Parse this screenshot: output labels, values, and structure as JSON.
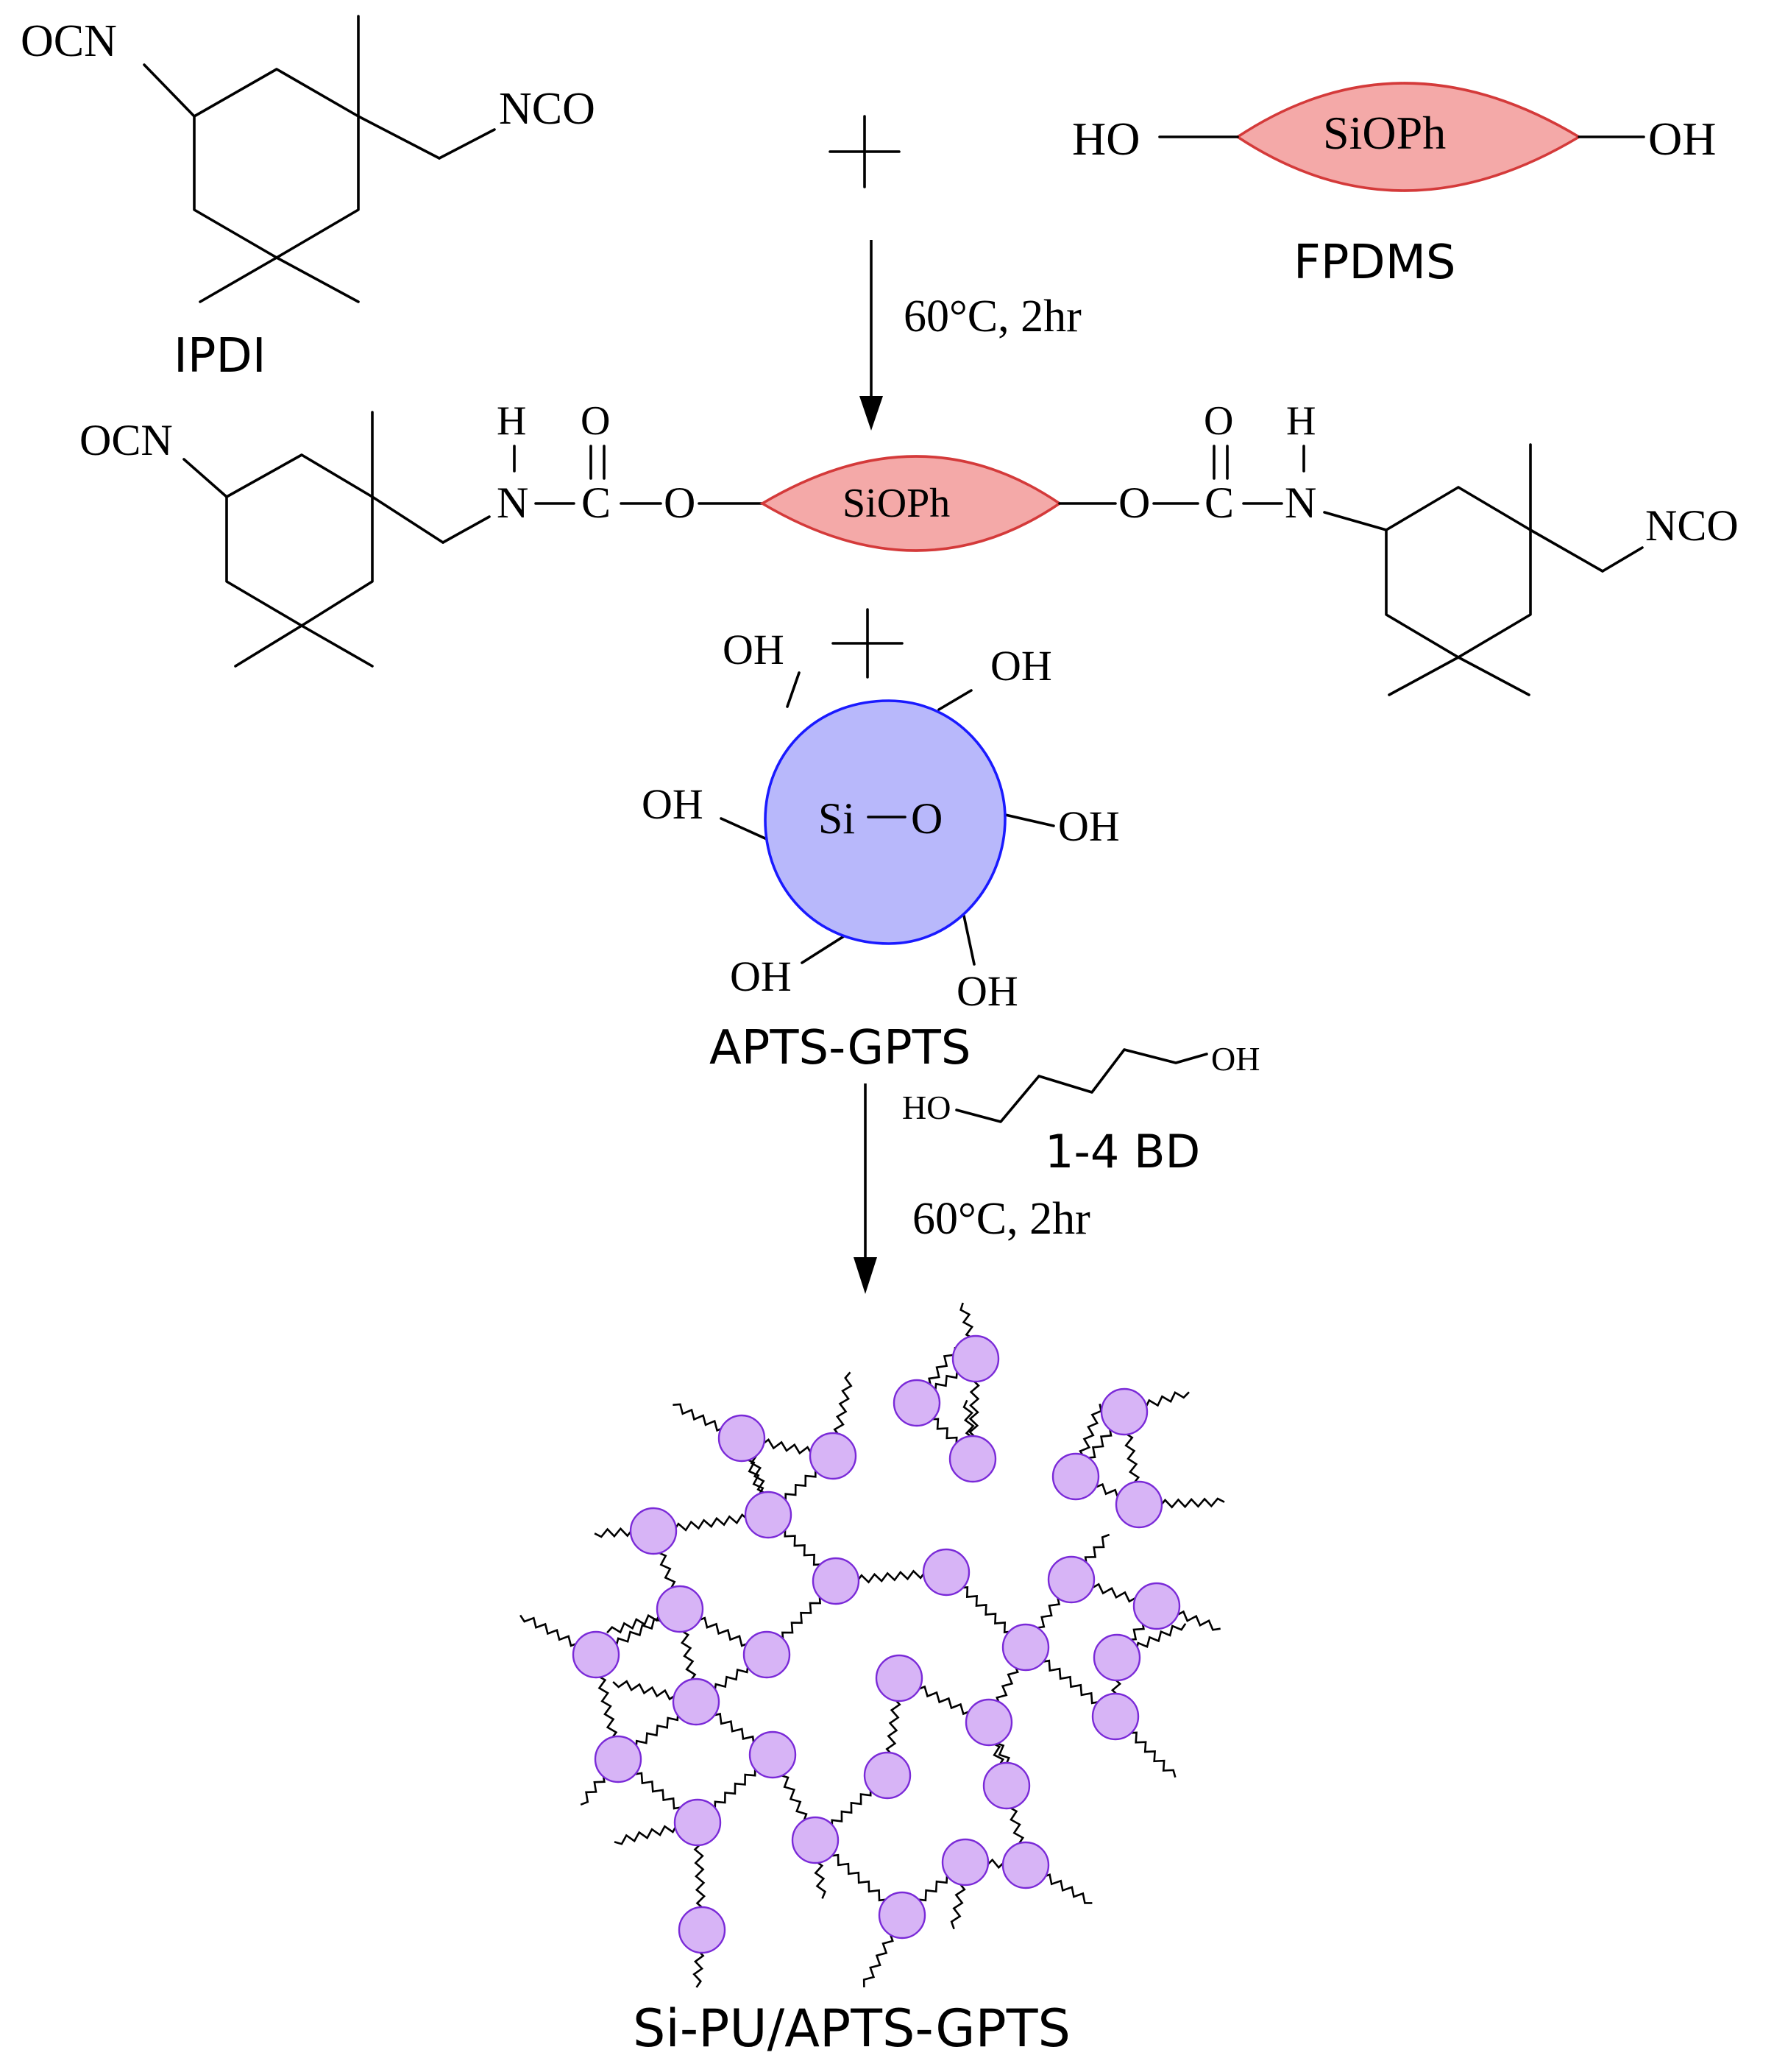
{
  "ipdi": {
    "name": "IPDI",
    "group_top": "OCN",
    "group_right": "NCO"
  },
  "plus_sign": "+",
  "fpdms": {
    "name": "FPDMS",
    "core": "SiOPh",
    "left_group": "HO",
    "right_group": "OH",
    "fill_color": "#f4a9a8"
  },
  "step1": {
    "condition": "60°C, 2hr"
  },
  "prepolymer": {
    "left_end": "OCN",
    "right_end": "NCO",
    "core": "SiOPh",
    "urethane_h": "H",
    "urethane_n": "N",
    "urethane_c": "C",
    "urethane_o_carbonyl": "O",
    "urethane_o_ester": "O"
  },
  "apts_gpts": {
    "name": "APTS-GPTS",
    "core_si": "Si",
    "core_o": "O",
    "surface_group": "OH",
    "fill_color": "#b8b8fb",
    "stroke_color": "#1a1aff"
  },
  "bd": {
    "name": "1-4 BD",
    "left_group": "HO",
    "right_group": "OH"
  },
  "step2": {
    "condition": "60°C, 2hr"
  },
  "product": {
    "name": "Si-PU/APTS-GPTS",
    "particle_color": "#d7b4f6",
    "particle_stroke": "#7a2ad8"
  }
}
